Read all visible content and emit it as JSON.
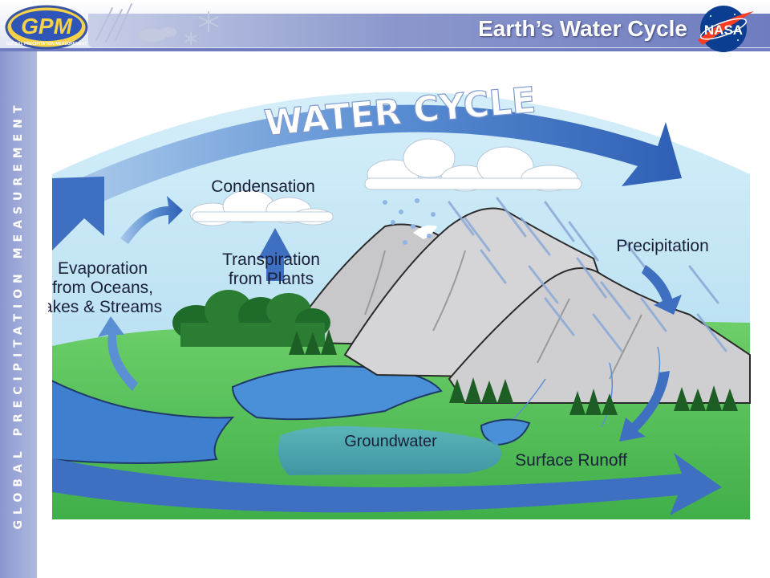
{
  "header": {
    "slide_title": "Earth’s Water Cycle",
    "gpm_logo_text": "GPM",
    "gpm_logo_subtext": "GLOBAL PRECIPITATION MEASUREMENT",
    "nasa_logo_text": "NASA",
    "side_strip_text": "GLOBAL PRECIPITATION MEASUREMENT"
  },
  "diagram": {
    "title": "WATER CYCLE",
    "labels": {
      "condensation": "Condensation",
      "transpiration_line1": "Transpiration",
      "transpiration_line2": "from Plants",
      "evaporation_line1": "Evaporation",
      "evaporation_line2": "from Oceans,",
      "evaporation_line3": "akes & Streams",
      "precipitation": "Precipitation",
      "groundwater": "Groundwater",
      "surface_runoff": "Surface Runoff"
    }
  },
  "colors": {
    "header_bar": "#7c89c6",
    "sky": "#bfe3f2",
    "arrow_blue": "#3f6fc0",
    "grass": "#4fbf4f",
    "water": "#4a90d9",
    "mountain": "#c8c8ca"
  }
}
